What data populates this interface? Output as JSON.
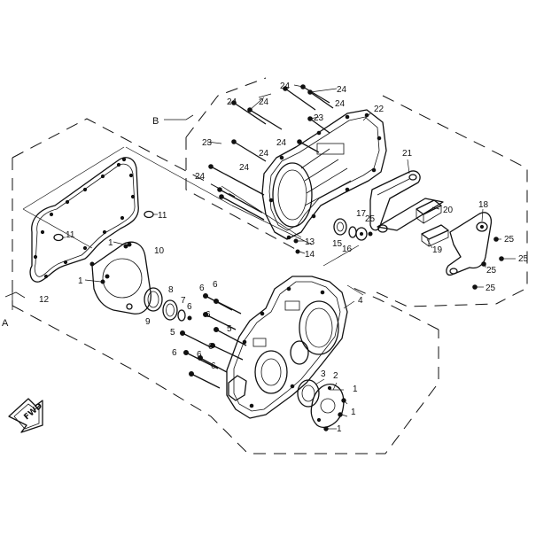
{
  "diagram": {
    "section_labels": [
      {
        "id": "A",
        "text": "A"
      },
      {
        "id": "B",
        "text": "B"
      }
    ],
    "forward_marker": "FWD",
    "callouts": [
      {
        "id": "c1a",
        "text": "1"
      },
      {
        "id": "c1b",
        "text": "1"
      },
      {
        "id": "c1c",
        "text": "1"
      },
      {
        "id": "c1d",
        "text": "1"
      },
      {
        "id": "c1e",
        "text": "1"
      },
      {
        "id": "c2",
        "text": "2"
      },
      {
        "id": "c3",
        "text": "3"
      },
      {
        "id": "c4",
        "text": "4"
      },
      {
        "id": "c5a",
        "text": "5"
      },
      {
        "id": "c5b",
        "text": "5"
      },
      {
        "id": "c6a",
        "text": "6"
      },
      {
        "id": "c6b",
        "text": "6"
      },
      {
        "id": "c6c",
        "text": "6"
      },
      {
        "id": "c6d",
        "text": "6"
      },
      {
        "id": "c6e",
        "text": "6"
      },
      {
        "id": "c6f",
        "text": "6"
      },
      {
        "id": "c6g",
        "text": "6"
      },
      {
        "id": "c6h",
        "text": "6"
      },
      {
        "id": "c7",
        "text": "7"
      },
      {
        "id": "c8",
        "text": "8"
      },
      {
        "id": "c9",
        "text": "9"
      },
      {
        "id": "c10",
        "text": "10"
      },
      {
        "id": "c11a",
        "text": "11"
      },
      {
        "id": "c11b",
        "text": "11"
      },
      {
        "id": "c12",
        "text": "12"
      },
      {
        "id": "c13",
        "text": "13"
      },
      {
        "id": "c14",
        "text": "14"
      },
      {
        "id": "c15",
        "text": "15"
      },
      {
        "id": "c16",
        "text": "16"
      },
      {
        "id": "c17",
        "text": "17"
      },
      {
        "id": "c18",
        "text": "18"
      },
      {
        "id": "c19",
        "text": "19"
      },
      {
        "id": "c20",
        "text": "20"
      },
      {
        "id": "c21",
        "text": "21"
      },
      {
        "id": "c22",
        "text": "22"
      },
      {
        "id": "c23a",
        "text": "23"
      },
      {
        "id": "c23b",
        "text": "23"
      },
      {
        "id": "c24a",
        "text": "24"
      },
      {
        "id": "c24b",
        "text": "24"
      },
      {
        "id": "c24c",
        "text": "24"
      },
      {
        "id": "c24d",
        "text": "24"
      },
      {
        "id": "c24e",
        "text": "24"
      },
      {
        "id": "c24f",
        "text": "24"
      },
      {
        "id": "c24g",
        "text": "24"
      },
      {
        "id": "c24h",
        "text": "24"
      },
      {
        "id": "c24i",
        "text": "24"
      },
      {
        "id": "c25a",
        "text": "25"
      },
      {
        "id": "c25b",
        "text": "25"
      },
      {
        "id": "c25c",
        "text": "25"
      },
      {
        "id": "c25d",
        "text": "25"
      },
      {
        "id": "c25e",
        "text": "25"
      }
    ]
  }
}
